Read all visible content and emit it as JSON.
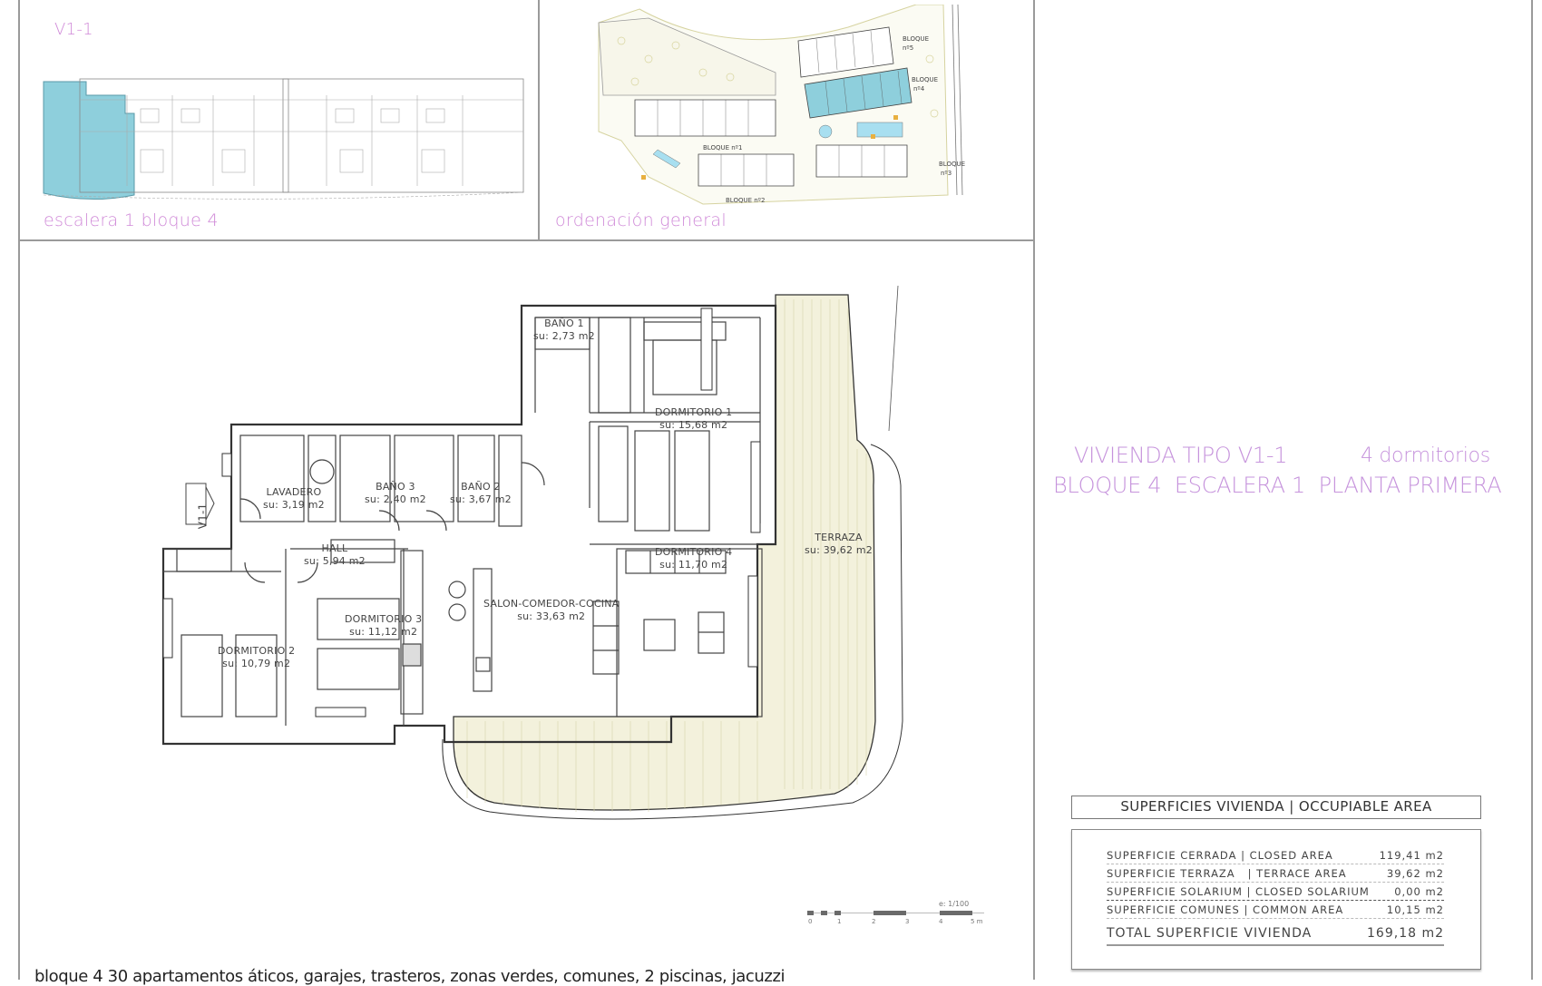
{
  "thumbnails": {
    "left": {
      "code": "V1-1",
      "caption": "escalera 1 bloque 4"
    },
    "right": {
      "caption": "ordenación general",
      "blocks": [
        "BLOQUE nº5",
        "BLOQUE nº4",
        "BLOQUE nº1",
        "BLOQUE nº2",
        "BLOQUE nº3"
      ]
    }
  },
  "plan": {
    "entry_tag": "V1-1",
    "rooms": [
      {
        "name": "BAÑO 1",
        "area": "su: 2,73 m2"
      },
      {
        "name": "DORMITORIO 1",
        "area": "su: 15,68 m2"
      },
      {
        "name": "LAVADERO",
        "area": "su: 3,19 m2"
      },
      {
        "name": "BAÑO 3",
        "area": "su: 2,40 m2"
      },
      {
        "name": "BAÑO 2",
        "area": "su: 3,67 m2"
      },
      {
        "name": "HALL",
        "area": "su: 5,94 m2"
      },
      {
        "name": "DORMITORIO 4",
        "area": "su: 11,70 m2"
      },
      {
        "name": "TERRAZA",
        "area": "su: 39,62 m2"
      },
      {
        "name": "SALON-COMEDOR-COCINA",
        "area": "su: 33,63 m2"
      },
      {
        "name": "DORMITORIO 3",
        "area": "su: 11,12 m2"
      },
      {
        "name": "DORMITORIO 2",
        "area": "su: 10,79 m2"
      }
    ],
    "scale": {
      "label": "e: 1/100",
      "ticks": [
        "0",
        "1",
        "2",
        "3",
        "4",
        "5 m"
      ]
    }
  },
  "title": {
    "line1_left": "VIVIENDA TIPO V1-1",
    "line1_right": "4 dormitorios",
    "line2": "BLOQUE 4  ESCALERA 1  PLANTA PRIMERA"
  },
  "areas_table": {
    "header": "SUPERFICIES VIVIENDA | OCCUPIABLE AREA",
    "rows": [
      {
        "label": "SUPERFICIE CERRADA | CLOSED AREA",
        "value": "119,41 m2"
      },
      {
        "label": "SUPERFICIE TERRAZA   | TERRACE AREA",
        "value": "39,62 m2"
      },
      {
        "label": "SUPERFICIE SOLARIUM | CLOSED SOLARIUM",
        "value": "0,00 m2"
      },
      {
        "label": "SUPERFICIE COMUNES | COMMON AREA",
        "value": "10,15 m2"
      }
    ],
    "total": {
      "label": "TOTAL SUPERFICIE VIVIENDA",
      "value": "169,18 m2"
    }
  },
  "footer": {
    "text": "bloque 4 30 apartamentos áticos, garajes, trasteros, zonas verdes, comunes, 2 piscinas, jacuzzi"
  },
  "colors": {
    "accent_pink": "#c98fd9",
    "highlight_blue": "#8ecfdc",
    "terrace_fill": "#f3f1dc",
    "frame": "#9a9a9a"
  }
}
